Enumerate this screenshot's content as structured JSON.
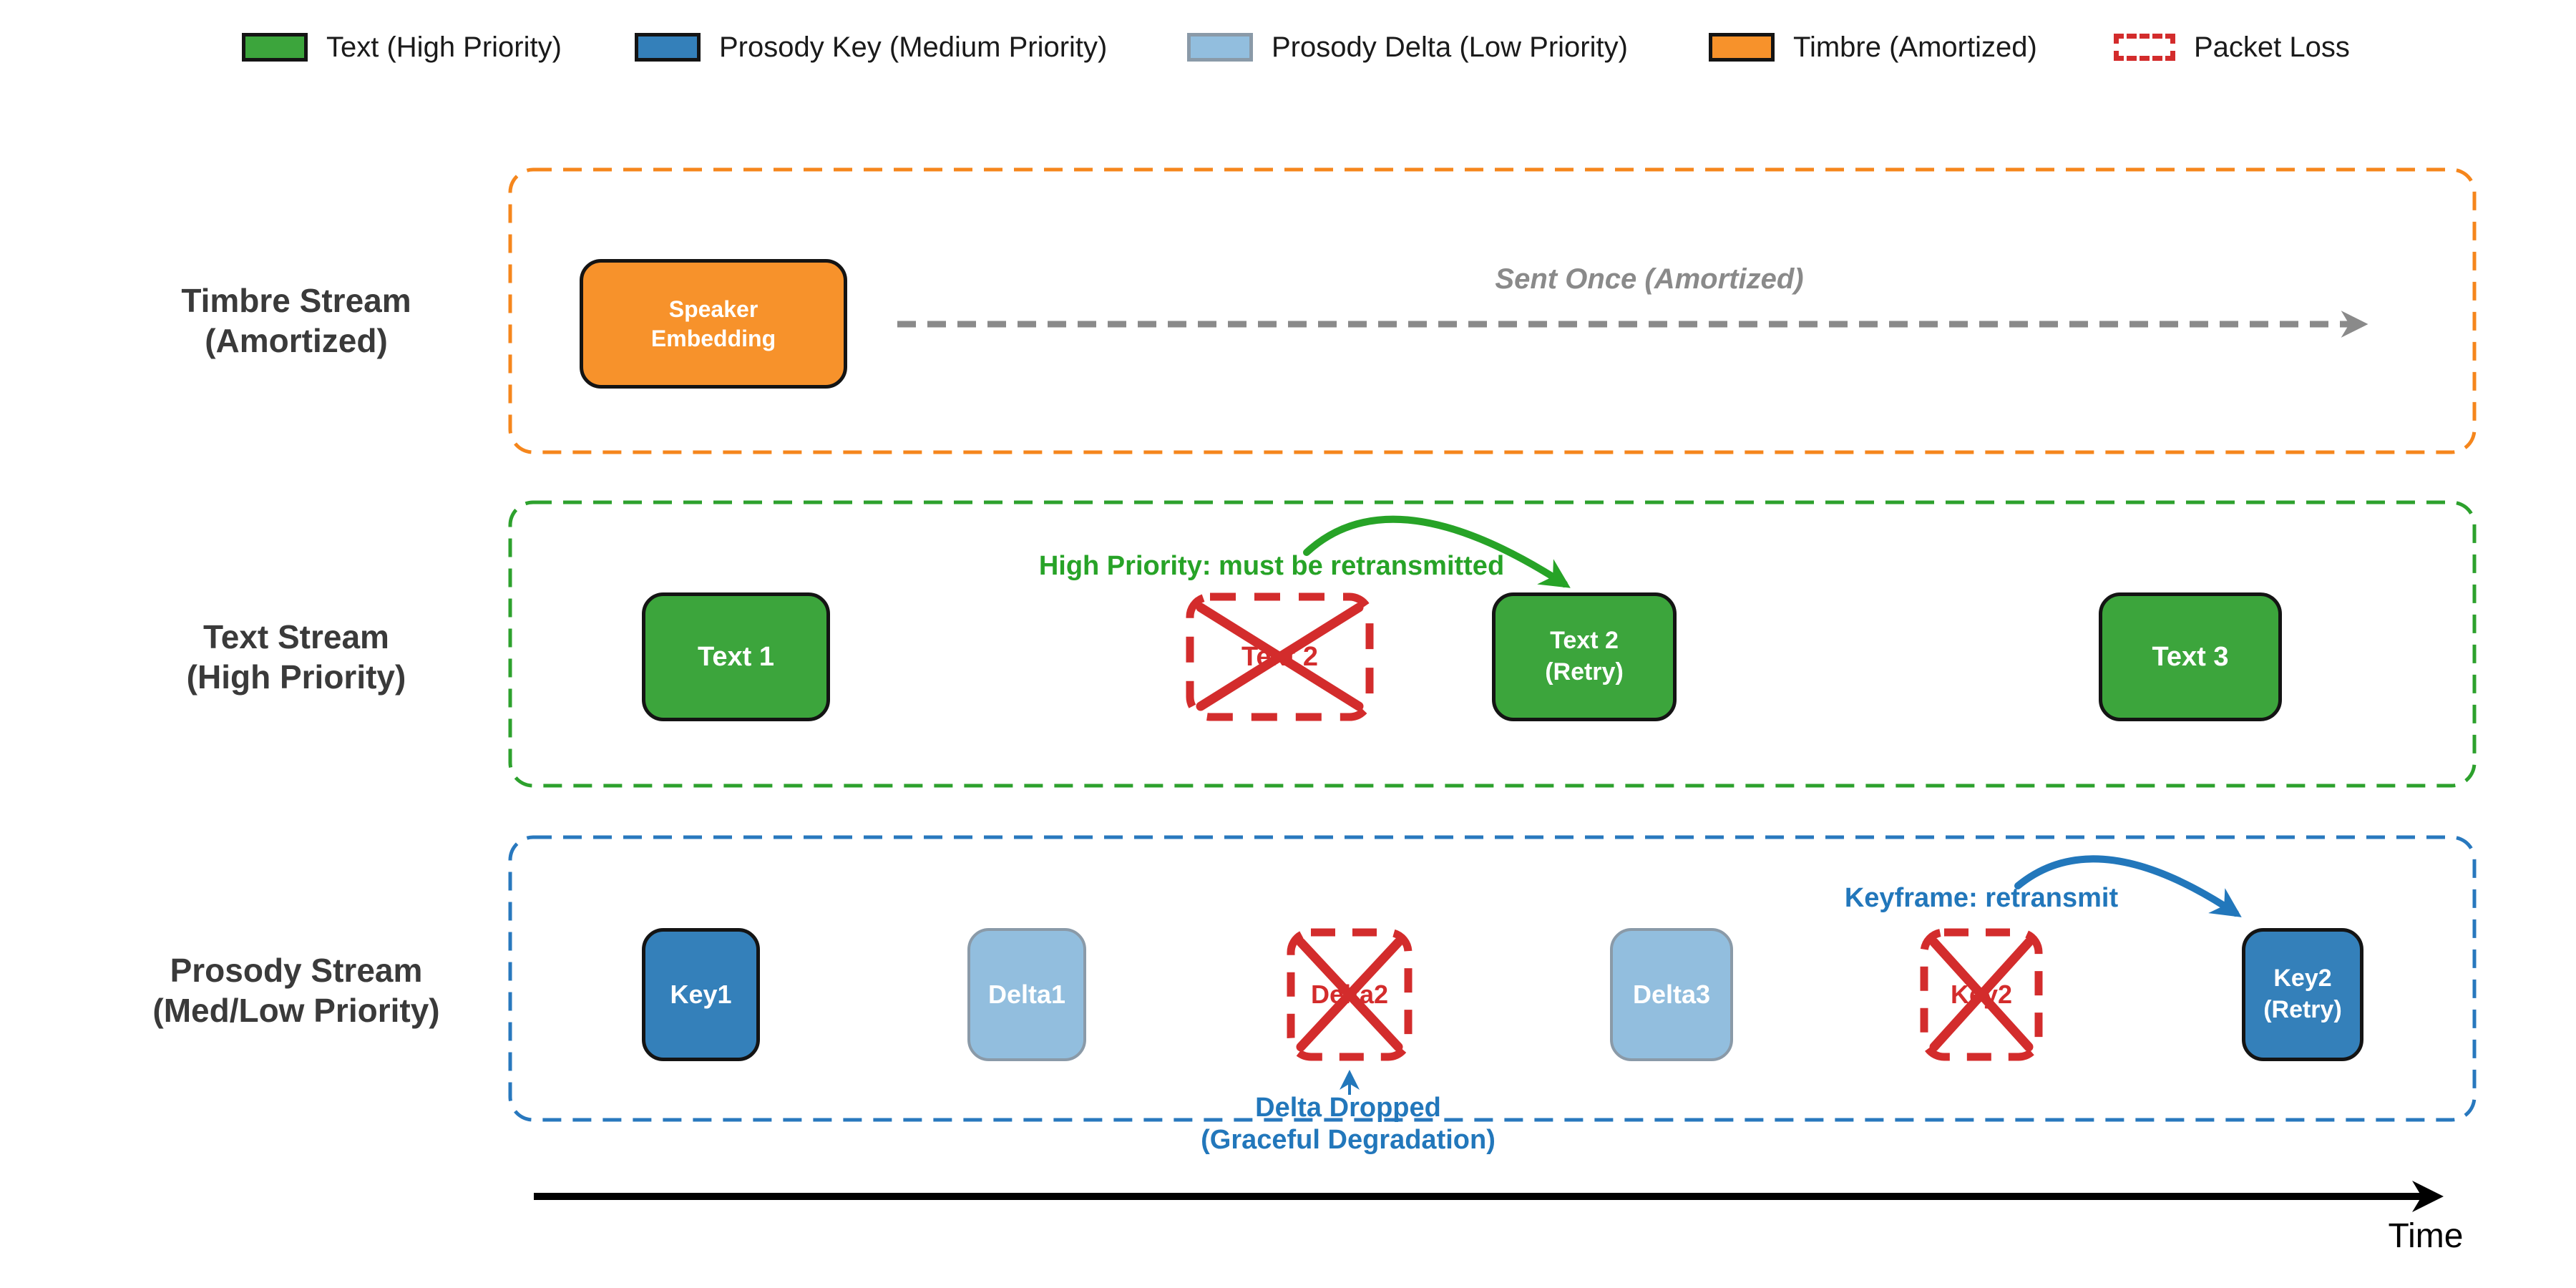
{
  "colors": {
    "text_green": "#3CA53C",
    "prosody_key_blue": "#3480BA",
    "prosody_delta_lightblue": "#92BEDE",
    "timbre_orange": "#F7922B",
    "packet_loss_red": "#D32C2C",
    "container_orange": "#F5861C",
    "container_green": "#2DA12D",
    "container_blue": "#2878BE",
    "amortized_gray": "#8a8a8a",
    "row_label_gray": "#3a3a3a"
  },
  "legend": {
    "items": [
      {
        "label": "Text (High Priority)"
      },
      {
        "label": "Prosody Key (Medium Priority)"
      },
      {
        "label": "Prosody Delta (Low Priority)"
      },
      {
        "label": "Timbre (Amortized)"
      },
      {
        "label": "Packet Loss"
      }
    ]
  },
  "timbre": {
    "label1": "Timbre Stream",
    "label2": "(Amortized)",
    "packet_line1": "Speaker",
    "packet_line2": "Embedding",
    "annotation": "Sent Once (Amortized)"
  },
  "text_stream": {
    "label1": "Text Stream",
    "label2": "(High Priority)",
    "p1": "Text 1",
    "p2_lost": "Text 2",
    "p3_line1": "Text 2",
    "p3_line2": "(Retry)",
    "p4": "Text 3",
    "annotation": "High Priority: must be retransmitted"
  },
  "prosody": {
    "label1": "Prosody Stream",
    "label2": "(Med/Low Priority)",
    "p1": "Key1",
    "p2": "Delta1",
    "p3_lost": "Delta2",
    "p4": "Delta3",
    "p5_lost": "Key2",
    "p6_line1": "Key2",
    "p6_line2": "(Retry)",
    "annotation_keyframe": "Keyframe: retransmit",
    "annotation_delta_line1": "Delta Dropped",
    "annotation_delta_line2": "(Graceful Degradation)"
  },
  "axis": {
    "label": "Time"
  }
}
